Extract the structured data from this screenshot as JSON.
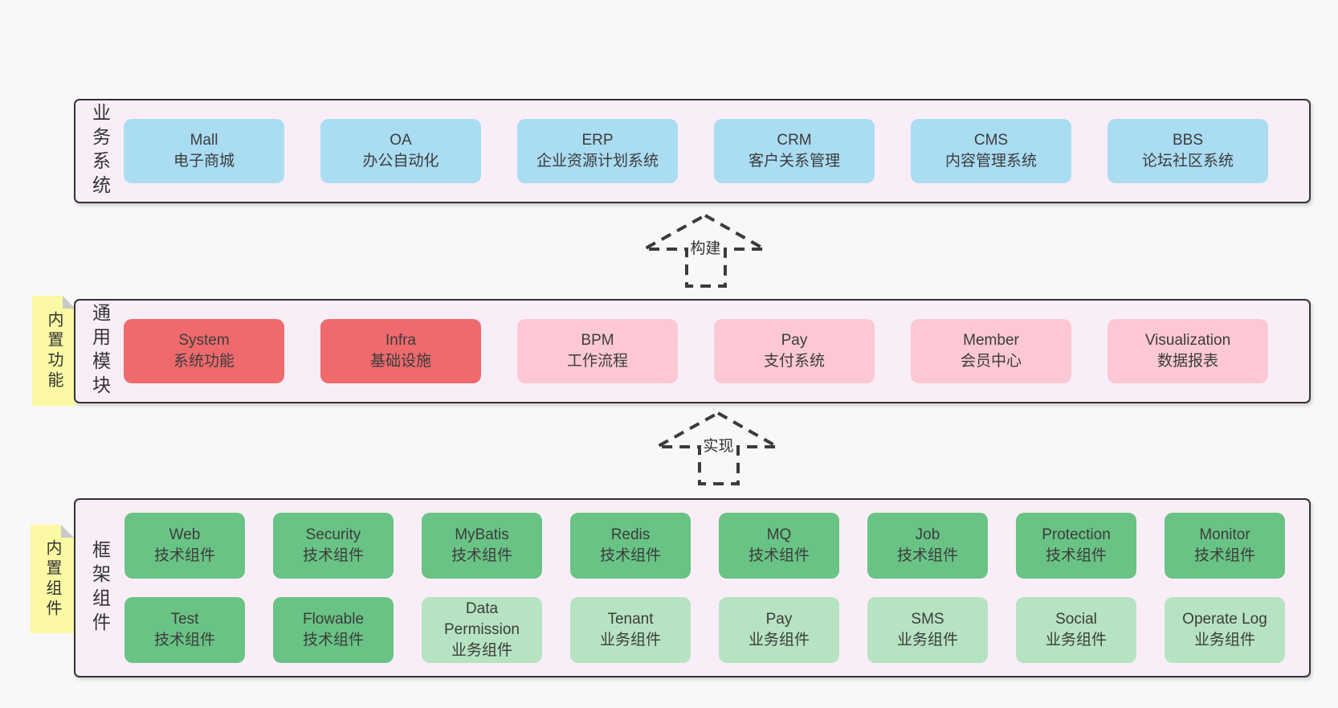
{
  "colors": {
    "page-bg": "#f8f8f8",
    "panel-bg": "#f9eef8",
    "panel-border": "#333333",
    "blue": "#aadcf2",
    "red": "#ee6a6d",
    "pink": "#fbc8d3",
    "green": "#69c385",
    "green-light": "#b6e3c1",
    "note-bg": "#fbf9a3",
    "note-fold": "#c9c9c9",
    "text": "#3c3c3c"
  },
  "arrows": [
    {
      "label": "构建"
    },
    {
      "label": "实现"
    }
  ],
  "sections": [
    {
      "id": "business-systems",
      "label": "业务系统",
      "rows": [
        [
          {
            "name": "Mall",
            "desc": "电子商城",
            "tone": "blue"
          },
          {
            "name": "OA",
            "desc": "办公自动化",
            "tone": "blue"
          },
          {
            "name": "ERP",
            "desc": "企业资源计划系统",
            "tone": "blue"
          },
          {
            "name": "CRM",
            "desc": "客户关系管理",
            "tone": "blue"
          },
          {
            "name": "CMS",
            "desc": "内容管理系统",
            "tone": "blue"
          },
          {
            "name": "BBS",
            "desc": "论坛社区系统",
            "tone": "blue"
          }
        ]
      ]
    },
    {
      "id": "common-modules",
      "label": "通用模块",
      "note": "内置功能",
      "rows": [
        [
          {
            "name": "System",
            "desc": "系统功能",
            "tone": "red"
          },
          {
            "name": "Infra",
            "desc": "基础设施",
            "tone": "red"
          },
          {
            "name": "BPM",
            "desc": "工作流程",
            "tone": "pink"
          },
          {
            "name": "Pay",
            "desc": "支付系统",
            "tone": "pink"
          },
          {
            "name": "Member",
            "desc": "会员中心",
            "tone": "pink"
          },
          {
            "name": "Visualization",
            "desc": "数据报表",
            "tone": "pink"
          }
        ]
      ]
    },
    {
      "id": "framework-components",
      "label": "框架组件",
      "note": "内置组件",
      "rows": [
        [
          {
            "name": "Web",
            "desc": "技术组件",
            "tone": "green"
          },
          {
            "name": "Security",
            "desc": "技术组件",
            "tone": "green"
          },
          {
            "name": "MyBatis",
            "desc": "技术组件",
            "tone": "green"
          },
          {
            "name": "Redis",
            "desc": "技术组件",
            "tone": "green"
          },
          {
            "name": "MQ",
            "desc": "技术组件",
            "tone": "green"
          },
          {
            "name": "Job",
            "desc": "技术组件",
            "tone": "green"
          },
          {
            "name": "Protection",
            "desc": "技术组件",
            "tone": "green"
          },
          {
            "name": "Monitor",
            "desc": "技术组件",
            "tone": "green"
          }
        ],
        [
          {
            "name": "Test",
            "desc": "技术组件",
            "tone": "green"
          },
          {
            "name": "Flowable",
            "desc": "技术组件",
            "tone": "green"
          },
          {
            "name": "Data Permission",
            "desc": "业务组件",
            "tone": "green-light"
          },
          {
            "name": "Tenant",
            "desc": "业务组件",
            "tone": "green-light"
          },
          {
            "name": "Pay",
            "desc": "业务组件",
            "tone": "green-light"
          },
          {
            "name": "SMS",
            "desc": "业务组件",
            "tone": "green-light"
          },
          {
            "name": "Social",
            "desc": "业务组件",
            "tone": "green-light"
          },
          {
            "name": "Operate Log",
            "desc": "业务组件",
            "tone": "green-light"
          }
        ]
      ]
    }
  ]
}
